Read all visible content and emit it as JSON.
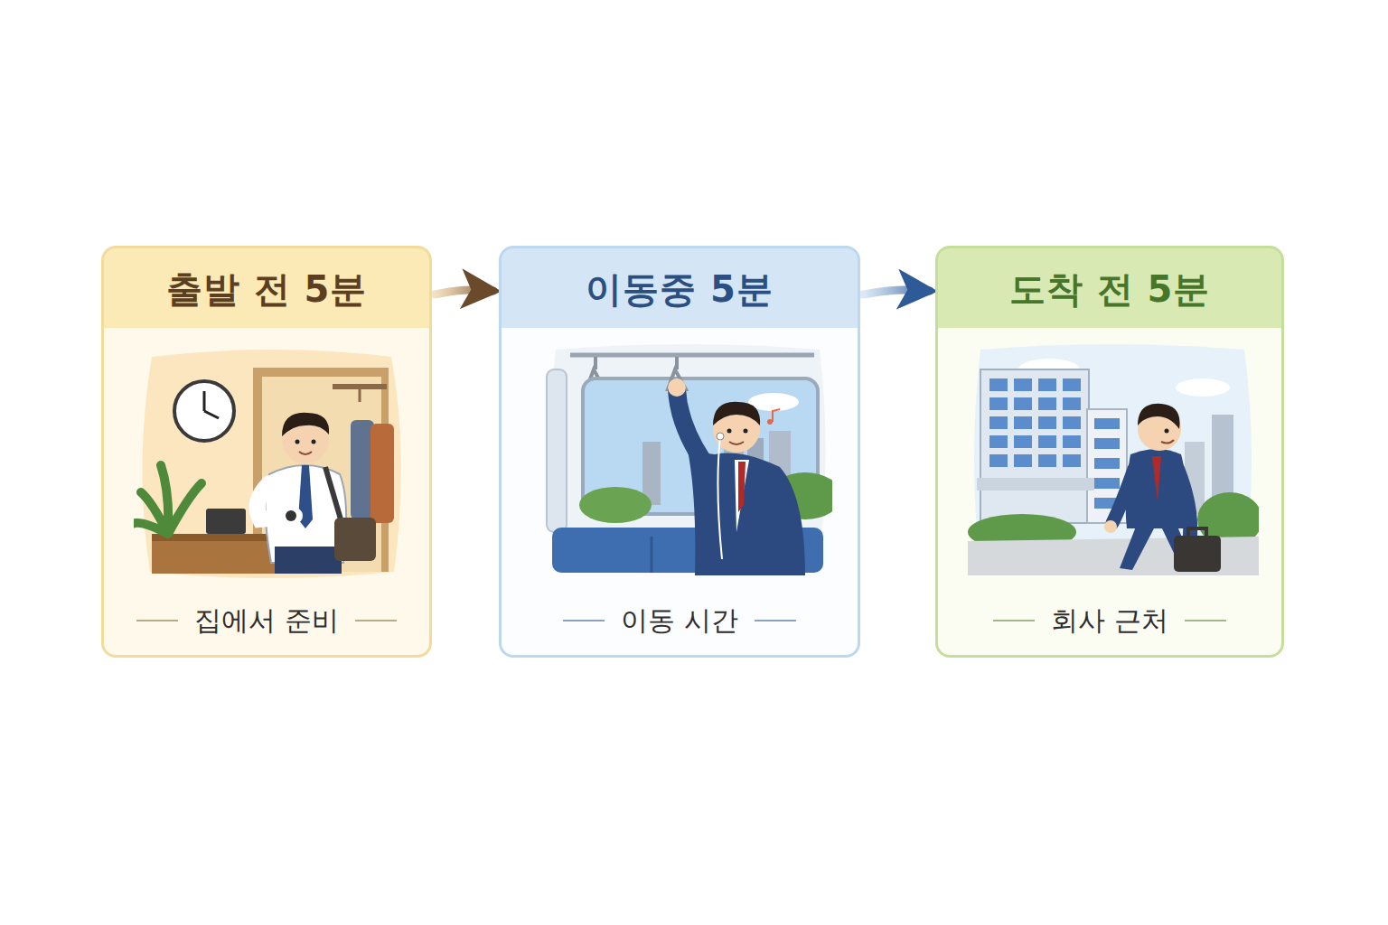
{
  "diagram": {
    "nodes": [
      {
        "text": [
          "출발 전 5분",
          "집에서 준비"
        ]
      },
      {
        "text": [
          "이동중 5분",
          "이동 시간"
        ]
      },
      {
        "text": [
          "도착 전 5분",
          "회사 근처"
        ]
      }
    ],
    "edges": [
      {
        "from": 0,
        "to": 1,
        "arrow": "to"
      },
      {
        "from": 1,
        "to": 2,
        "arrow": "to"
      }
    ]
  }
}
